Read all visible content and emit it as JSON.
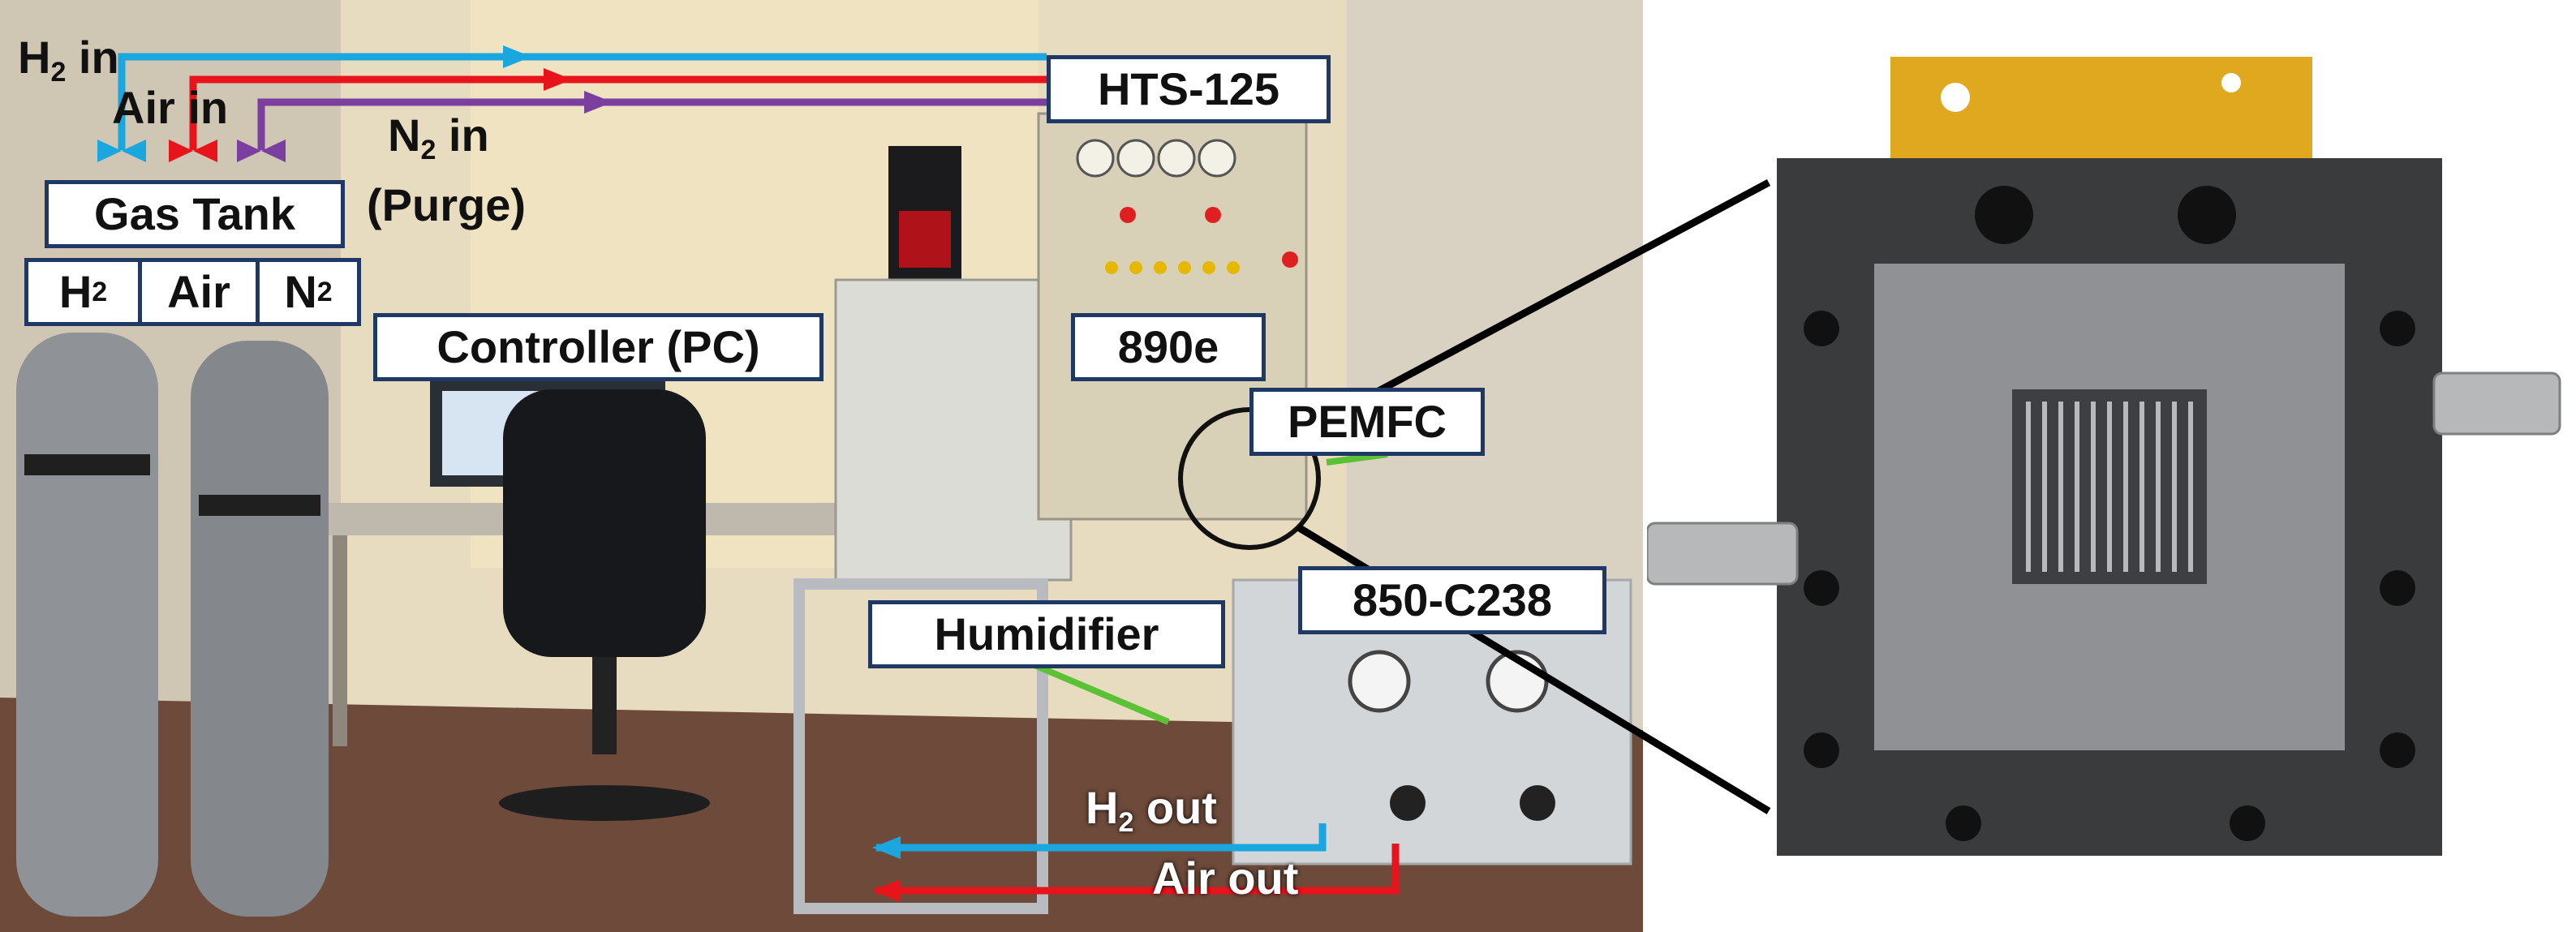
{
  "labels": {
    "hts": "HTS-125",
    "gas_tank": "Gas Tank",
    "tank_h2": "H",
    "tank_h2_sub": "2",
    "tank_air": "Air",
    "tank_n2": "N",
    "tank_n2_sub": "2",
    "controller": "Controller (PC)",
    "load": "890e",
    "pemfc": "PEMFC",
    "humidifier": "Humidifier",
    "backpressure": "850-C238"
  },
  "flows": {
    "h2_in": "H",
    "h2_in_sub": "2",
    "h2_in_suffix": " in",
    "air_in": "Air in",
    "n2_in": "N",
    "n2_in_sub": "2",
    "n2_in_suffix": " in",
    "purge": "(Purge)",
    "h2_out": "H",
    "h2_out_sub": "2",
    "h2_out_suffix": " out",
    "air_out": "Air out"
  },
  "colors": {
    "h2_line": "#1aa7e0",
    "air_line": "#e8141b",
    "n2_line": "#7b3fa0",
    "humidifier_leader": "#5bc236",
    "label_border": "#1f3864"
  }
}
